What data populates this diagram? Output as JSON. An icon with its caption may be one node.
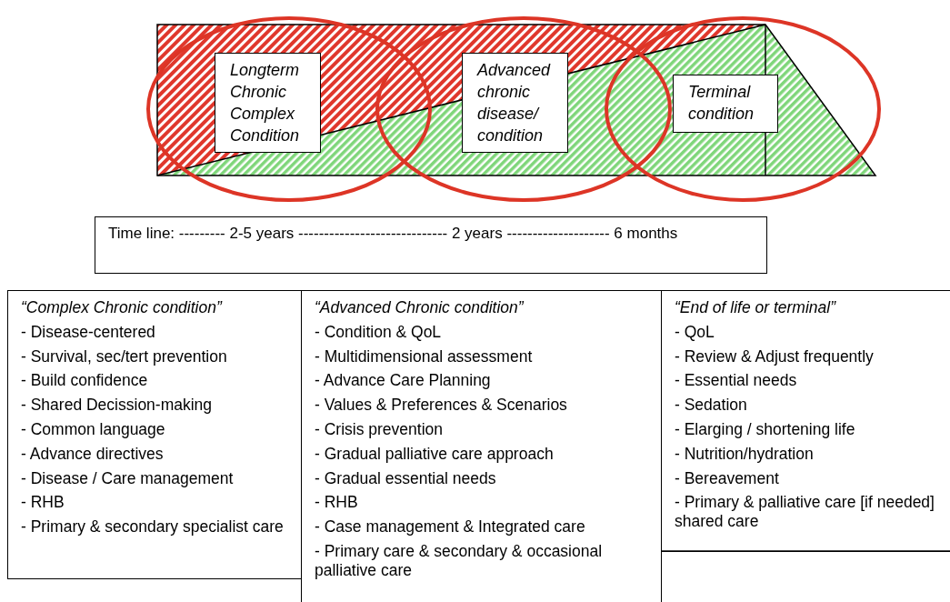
{
  "diagram": {
    "nodes": [
      {
        "text": [
          "Longterm Chronic Complex Condition"
        ]
      },
      {
        "text": [
          "Advanced chronic disease/ condition"
        ]
      },
      {
        "text": [
          "Terminal condition"
        ]
      },
      {
        "text": [
          "Time line: --------- 2-5 years ----------------------------- 2 years -------------------- 6 months"
        ]
      },
      {
        "text": [
          "“Complex Chronic condition”",
          "- Disease-centered",
          "- Survival, sec/tert prevention",
          "- Build confidence",
          "- Shared Decission-making",
          "- Common language",
          "- Advance directives",
          "- Disease / Care management",
          "- RHB",
          "- Primary & secondary specialist care"
        ]
      },
      {
        "text": [
          "“Advanced Chronic condition”",
          "- Condition & QoL",
          "- Multidimensional assessment",
          "- Advance Care Planning",
          "- Values & Preferences & Scenarios",
          "- Crisis prevention",
          "- Gradual palliative care approach",
          "- Gradual essential needs",
          "- RHB",
          "- Case management & Integrated care",
          "- Primary care & secondary & occasional palliative care"
        ]
      },
      {
        "text": [
          "“End of life or terminal”",
          "- QoL",
          "- Review & Adjust frequently",
          "- Essential needs",
          "- Sedation",
          "- Elarging / shortening life",
          "- Nutrition/hydration",
          "- Bereavement",
          "- Primary & palliative care [if needed] shared care"
        ]
      }
    ]
  }
}
